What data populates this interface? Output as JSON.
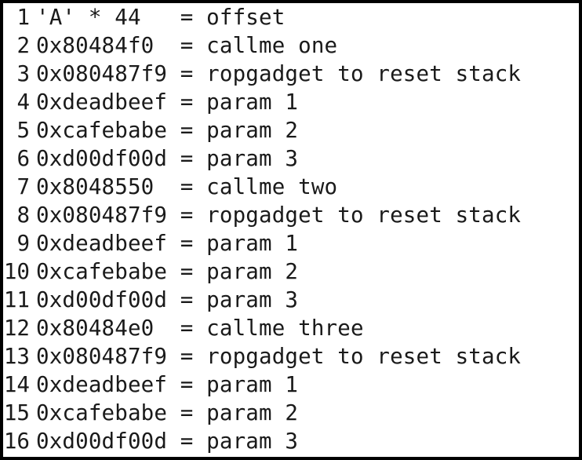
{
  "editor": {
    "lines": [
      {
        "number": "1",
        "text": "'A' * 44   = offset"
      },
      {
        "number": "2",
        "text": "0x80484f0  = callme one"
      },
      {
        "number": "3",
        "text": "0x080487f9 = ropgadget to reset stack"
      },
      {
        "number": "4",
        "text": "0xdeadbeef = param 1"
      },
      {
        "number": "5",
        "text": "0xcafebabe = param 2"
      },
      {
        "number": "6",
        "text": "0xd00df00d = param 3"
      },
      {
        "number": "7",
        "text": "0x8048550  = callme two"
      },
      {
        "number": "8",
        "text": "0x080487f9 = ropgadget to reset stack"
      },
      {
        "number": "9",
        "text": "0xdeadbeef = param 1"
      },
      {
        "number": "10",
        "text": "0xcafebabe = param 2"
      },
      {
        "number": "11",
        "text": "0xd00df00d = param 3"
      },
      {
        "number": "12",
        "text": "0x80484e0  = callme three"
      },
      {
        "number": "13",
        "text": "0x080487f9 = ropgadget to reset stack"
      },
      {
        "number": "14",
        "text": "0xdeadbeef = param 1"
      },
      {
        "number": "15",
        "text": "0xcafebabe = param 2"
      },
      {
        "number": "16",
        "text": "0xd00df00d = param 3"
      }
    ]
  },
  "colors": {
    "background": "#ffffff",
    "text": "#1a1a1a",
    "border": "#000000"
  }
}
